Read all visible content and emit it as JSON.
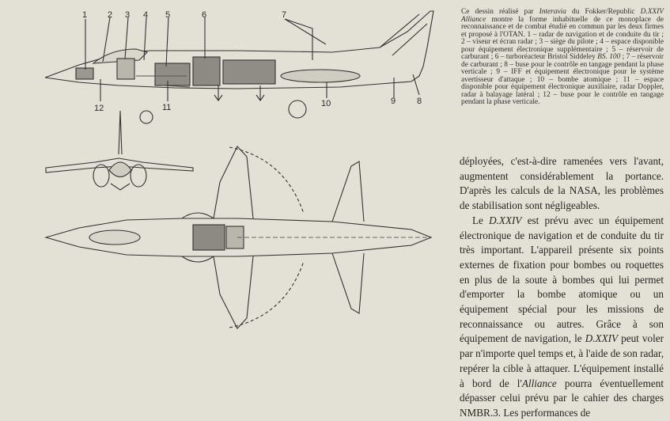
{
  "figure": {
    "callouts": [
      "1",
      "2",
      "3",
      "4",
      "5",
      "6",
      "7",
      "8",
      "9",
      "10",
      "11",
      "12"
    ]
  },
  "caption": {
    "p1": "Ce dessin réalisé par ",
    "p1_italic": "Interavia",
    "p2": " du Fokker/Republic ",
    "p2_italic": "D.XXIV Alliance",
    "p3": " montre la forme inhabituelle de ce monoplace de reconnaissance et de combat étudié en commun par les deux firmes et proposé à l'OTAN. 1 – radar de navigation et de conduite du tir ; 2 – viseur et écran radar ; 3 – siège du pilote ; 4 – espace disponible pour équipement électronique supplémentaire ; 5 – réservoir de carburant ; 6 – turboréacteur Bristol Siddeley ",
    "p3_italic": "BS. 100",
    "p4": " ; 7 – réservoir de carburant ; 8 – buse pour le contrôle en tangage pendant la phase verticale ; 9 – IFF et équipement électronique pour le système avertisseur d'attaque ; 10 – bombe atomique ; 11 – espace disponible pour équipement électronique auxiliaire, radar Doppler, radar à balayage latéral ; 12 – buse pour le contrôle en tangage pendant la phase verticale."
  },
  "body": {
    "para1": "déployées, c'est-à-dire ramenées vers l'avant, augmentent considérablement la portance. D'après les calculs de la NASA, les problèmes de stabilisation sont négligeables.",
    "para2_a": "Le ",
    "para2_italic1": "D.XXIV",
    "para2_b": " est prévu avec un équipement électronique de navigation et de conduite du tir très important. L'appareil présente six points externes de fixation pour bombes ou roquettes en plus de la soute à bombes qui lui permet d'emporter la bombe atomique ou un équipement spécial pour les missions de reconnaissance ou autres. Grâce à son équipement de navigation, le ",
    "para2_italic2": "D.XXIV",
    "para2_c": " peut voler par n'importe quel temps et, à l'aide de son radar, repérer la cible à attaquer. L'équipement installé à bord de l'",
    "para2_italic3": "Alliance",
    "para2_d": " pourra éventuellement dépasser celui prévu par le cahier des charges NMBR.3. Les performances de"
  }
}
